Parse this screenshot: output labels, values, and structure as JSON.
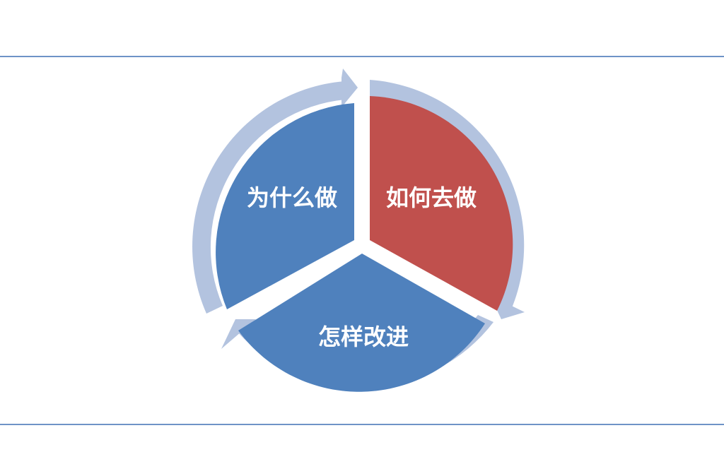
{
  "segments": [
    {
      "label": "为什么做",
      "color": "#4f81bd"
    },
    {
      "label": "如何去做",
      "color": "#c0504d"
    },
    {
      "label": "怎样改进",
      "color": "#4f81bd"
    }
  ],
  "colors": {
    "ring": "#b3c3df",
    "rule": "#6e93c7",
    "background": "#ffffff"
  }
}
